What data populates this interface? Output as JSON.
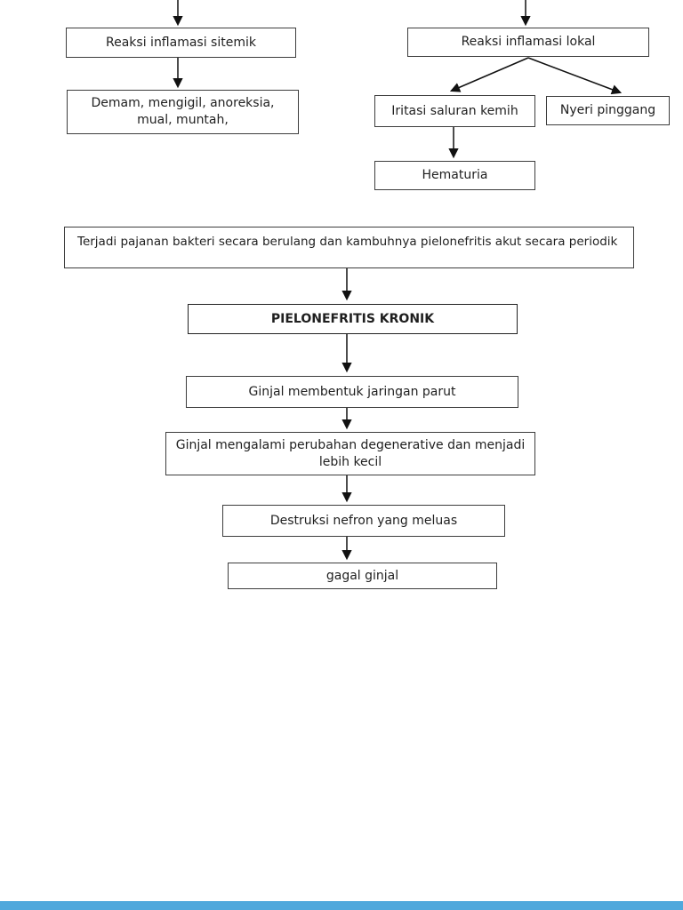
{
  "colors": {
    "background": "#ffffff",
    "box_border": "#3d3d3d",
    "arrow": "#111111",
    "text": "#1f1f1f",
    "footer_bar": "#4fa8dc"
  },
  "nodes": {
    "sitemik": {
      "label": "Reaksi inflamasi sitemik"
    },
    "demam": {
      "label": "Demam, mengigil, anoreksia, mual, muntah,"
    },
    "lokal": {
      "label": "Reaksi inflamasi lokal"
    },
    "iritasi": {
      "label": "Iritasi saluran kemih"
    },
    "nyeri": {
      "label": "Nyeri pinggang"
    },
    "hematuria": {
      "label": "Hematuria"
    },
    "pajanan": {
      "label": "Terjadi pajanan bakteri secara berulang dan kambuhnya pielonefritis akut secara periodik"
    },
    "kronik": {
      "label": "PIELONEFRITIS KRONIK"
    },
    "parut": {
      "label": "Ginjal membentuk jaringan parut"
    },
    "degeneratif": {
      "label": "Ginjal mengalami perubahan degenerative dan menjadi lebih kecil"
    },
    "destruksi": {
      "label": "Destruksi nefron yang meluas"
    },
    "gagal": {
      "label": "gagal ginjal"
    }
  }
}
